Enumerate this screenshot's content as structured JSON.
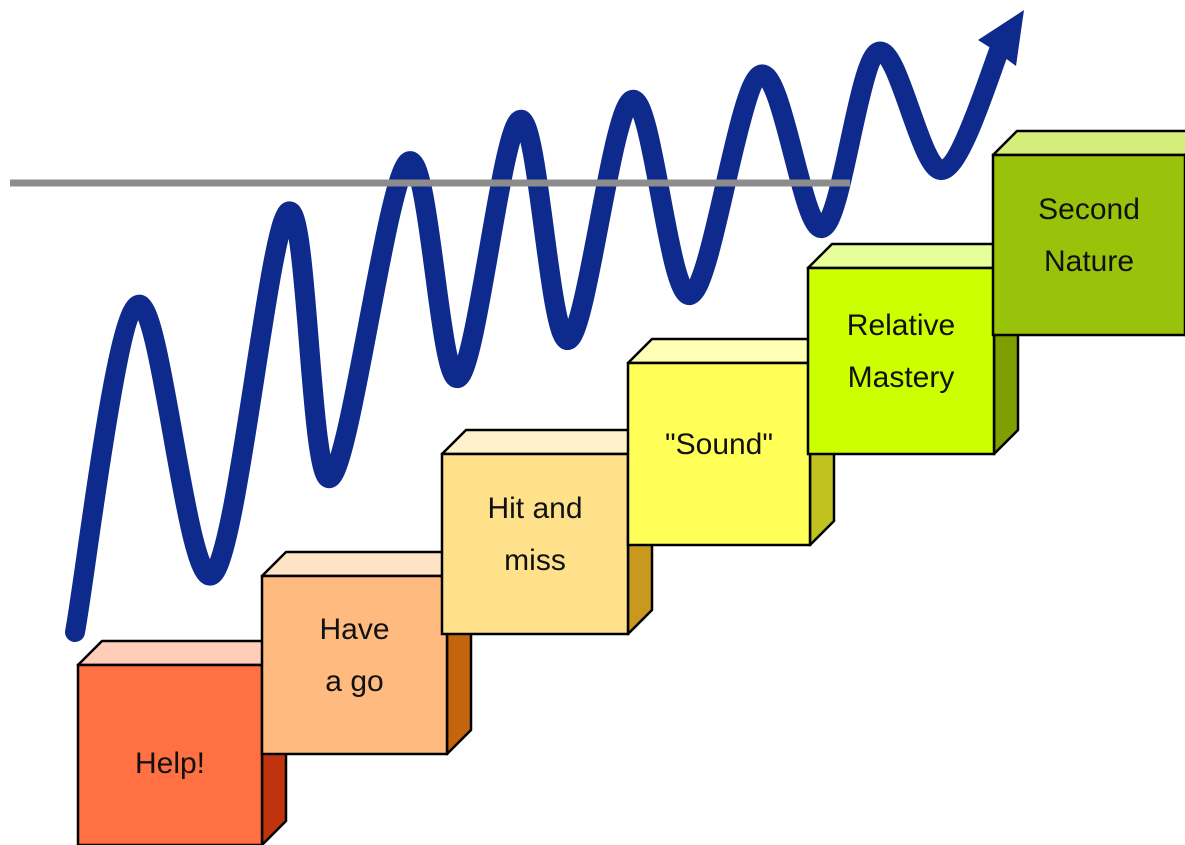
{
  "diagram": {
    "steps": [
      {
        "lines": [
          "Help!"
        ],
        "front_color": "#FF7043",
        "top_color": "#FFCDB8",
        "side_color": "#C0330F"
      },
      {
        "lines": [
          "Have",
          "a go"
        ],
        "front_color": "#FFBA7F",
        "top_color": "#FFE3C7",
        "side_color": "#C4650E"
      },
      {
        "lines": [
          "Hit and",
          "miss"
        ],
        "front_color": "#FFE18C",
        "top_color": "#FFF1CC",
        "side_color": "#C9981F"
      },
      {
        "lines": [
          "\"Sound\""
        ],
        "front_color": "#FFFF57",
        "top_color": "#FFFFB5",
        "side_color": "#C2C21F"
      },
      {
        "lines": [
          "Relative",
          "Mastery"
        ],
        "front_color": "#CCFF00",
        "top_color": "#E6FF99",
        "side_color": "#7F9E00"
      },
      {
        "lines": [
          "Second",
          "Nature"
        ],
        "front_color": "#99C20A",
        "top_color": "#D5EE7A",
        "side_color": "#5E7A06"
      }
    ],
    "wave_color": "#0D2A8C",
    "threshold_line_color": "#8C8C8C"
  }
}
